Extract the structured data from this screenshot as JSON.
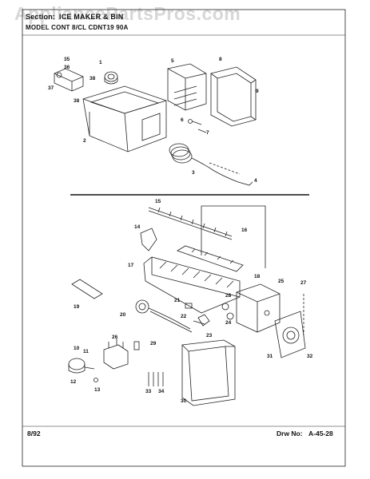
{
  "header": {
    "section_label": "Section:",
    "section_title": "ICE MAKER & BIN",
    "model_line": "MODEL CONT 8/CL CDNT19 90A"
  },
  "watermark": "AppliancePartsPros.com",
  "footer": {
    "date": "8/92",
    "drawing_label": "Drw No:",
    "drawing_number": "A-45-28"
  },
  "callouts": [
    "1",
    "2",
    "3",
    "4",
    "5",
    "6",
    "7",
    "8",
    "9",
    "35",
    "36",
    "37",
    "38",
    "38",
    "14",
    "15",
    "16",
    "17",
    "18",
    "19",
    "20",
    "21",
    "22",
    "23",
    "24",
    "25",
    "26",
    "27",
    "28",
    "29",
    "30",
    "31",
    "32",
    "33",
    "34",
    "10",
    "11",
    "12",
    "13"
  ]
}
